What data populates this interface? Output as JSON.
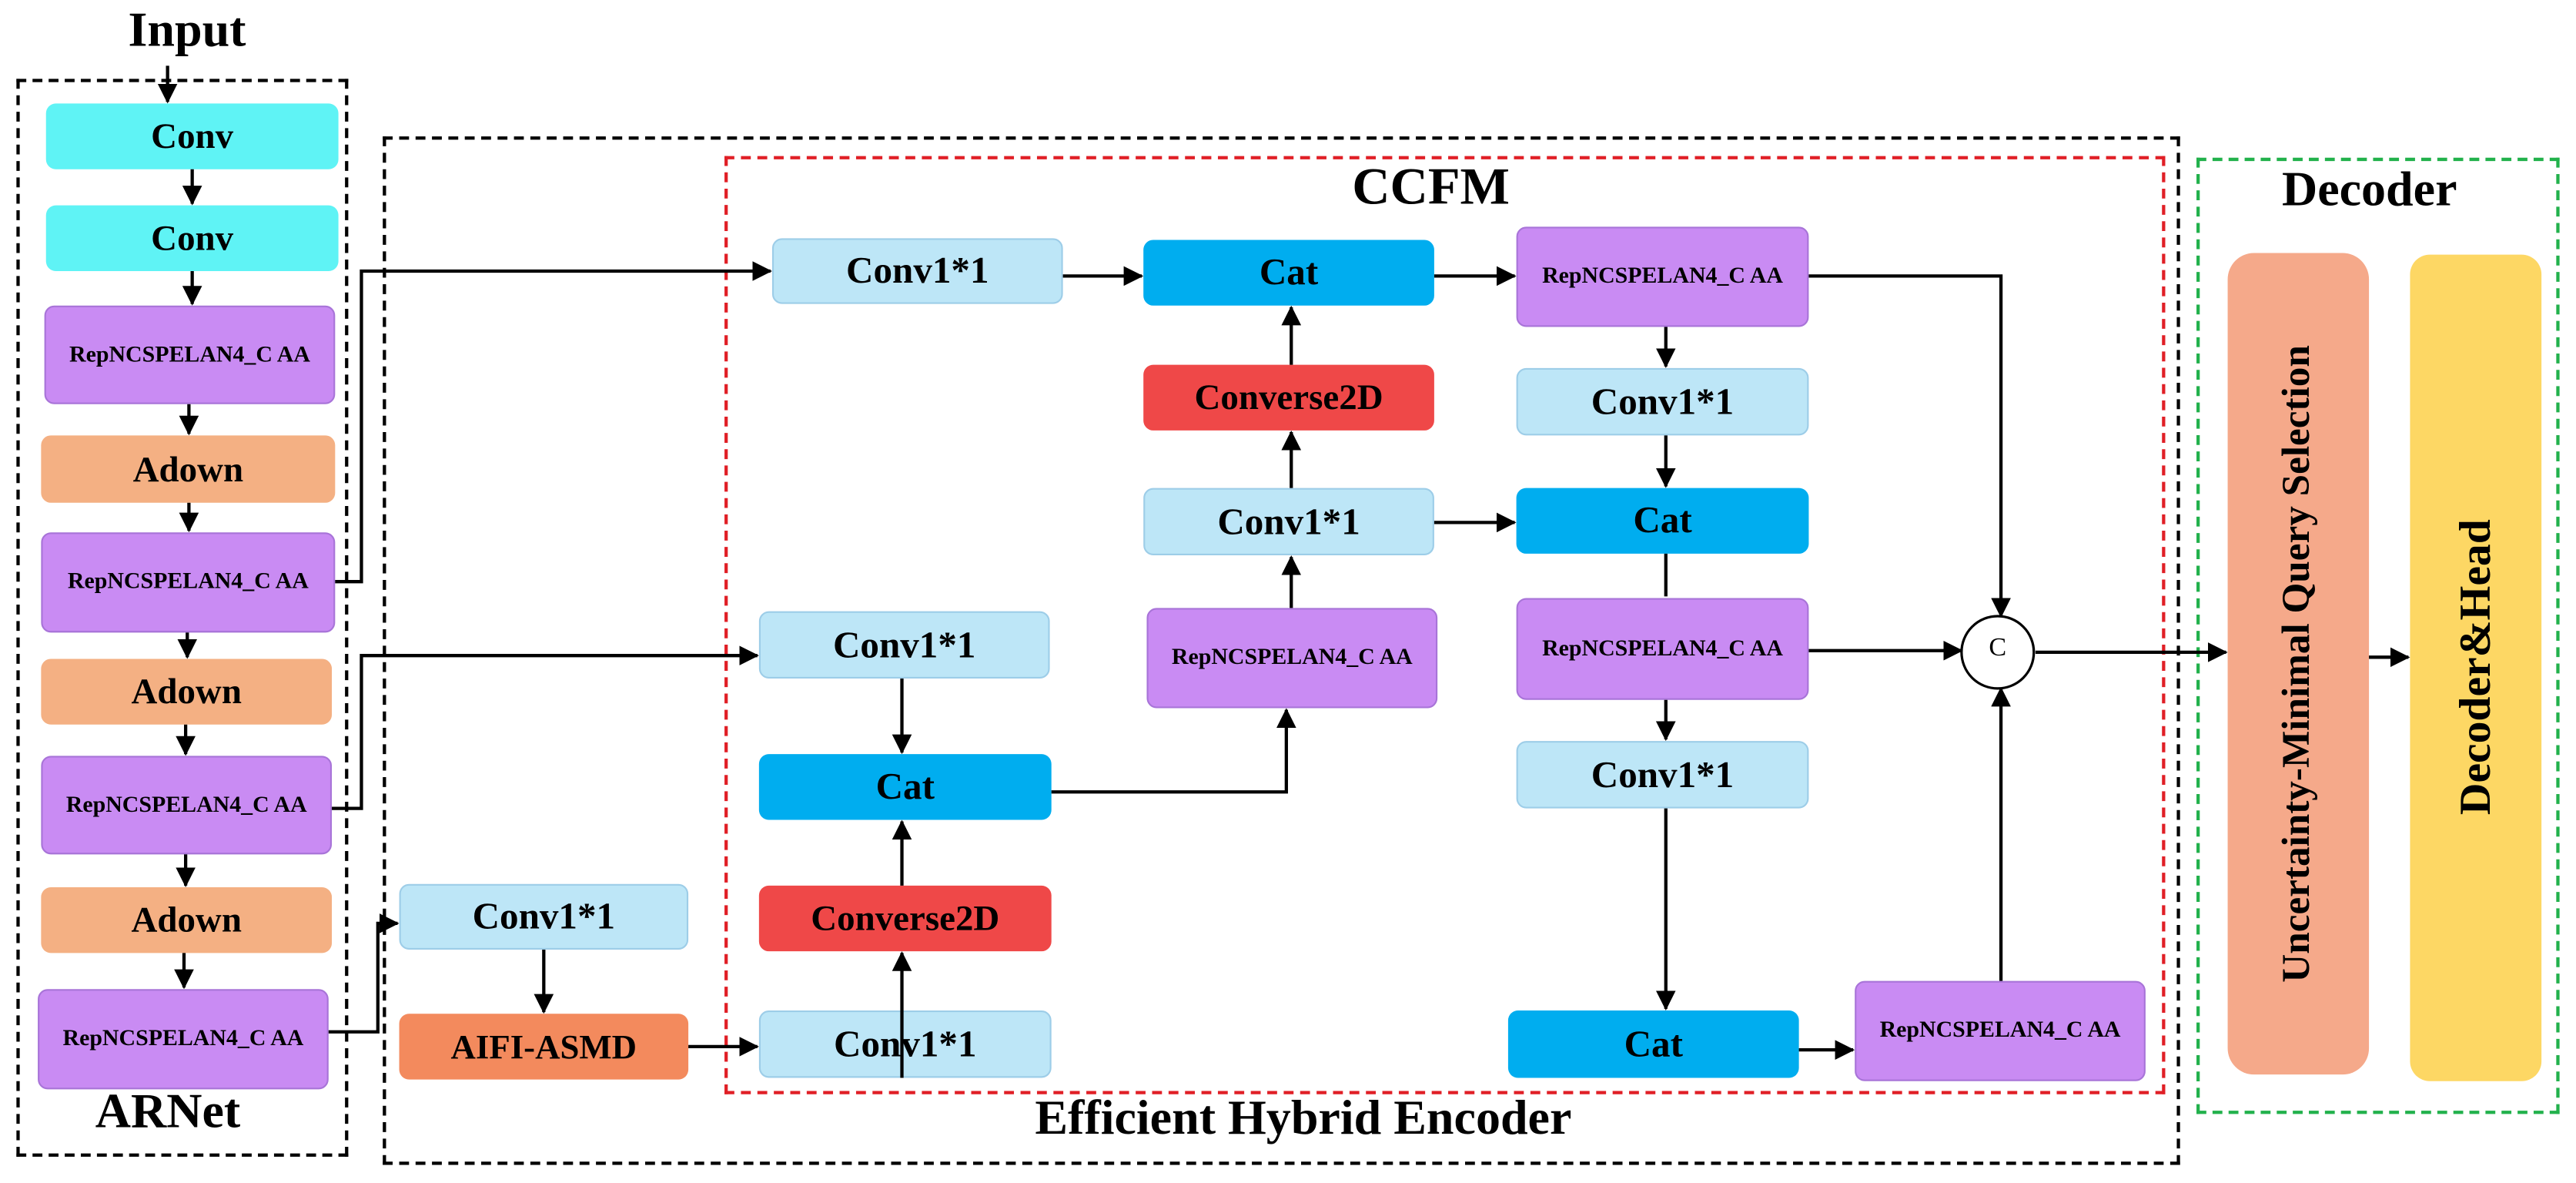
{
  "labels": {
    "input": "Input",
    "arnet": "ARNet",
    "encoder": "Efficient Hybrid Encoder",
    "ccfm": "CCFM",
    "decoder": "Decoder",
    "concat": "C"
  },
  "backbone": {
    "conv1": "Conv",
    "conv2": "Conv",
    "rep1": "RepNCSPELAN4_C AA",
    "adown1": "Adown",
    "rep2": "RepNCSPELAN4_C AA",
    "adown2": "Adown",
    "rep3": "RepNCSPELAN4_C AA",
    "adown3": "Adown",
    "rep4": "RepNCSPELAN4_C AA"
  },
  "encoder": {
    "conv11_aifi": "Conv1*1",
    "aifi": "AIFI-ASMD"
  },
  "ccfm": {
    "conv11_top": "Conv1*1",
    "conv11_mid": "Conv1*1",
    "cat_left": "Cat",
    "converse_left": "Converse2D",
    "conv11_bottom": "Conv1*1",
    "rep_center": "RepNCSPELAN4_C AA",
    "conv11_center": "Conv1*1",
    "converse_top": "Converse2D",
    "cat_top": "Cat",
    "rep_right_top": "RepNCSPELAN4_C AA",
    "conv11_right1": "Conv1*1",
    "cat_right": "Cat",
    "rep_right_mid": "RepNCSPELAN4_C AA",
    "conv11_right2": "Conv1*1",
    "cat_bottom": "Cat",
    "rep_bottom": "RepNCSPELAN4_C AA"
  },
  "decoder": {
    "query": "Uncertainty-Minimal Query Selection",
    "head": "Decoder&Head"
  },
  "colors": {
    "conv": "#5ff3f5",
    "conv11": "#bde6f7",
    "cat": "#00adef",
    "rep": "#c98bf3",
    "adown": "#f4b083",
    "converse": "#ef4848",
    "aifi": "#f38a5d",
    "query": "#f5a98a",
    "head": "#fdd764",
    "ccfm_border": "#e01f26",
    "decoder_border": "#22b14c"
  }
}
